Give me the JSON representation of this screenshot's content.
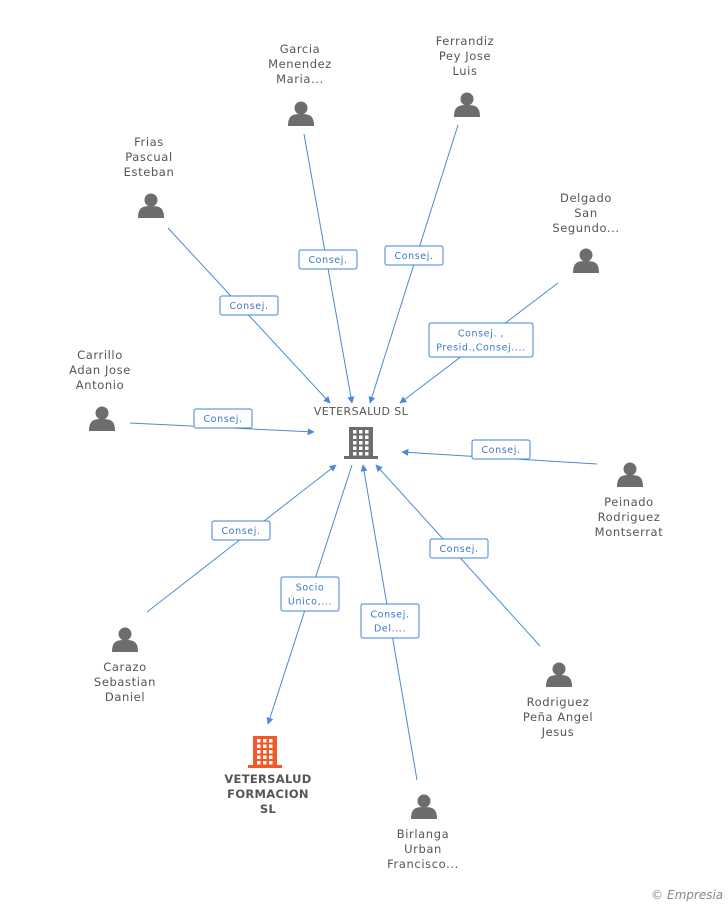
{
  "center": {
    "name": "VETERSALUD SL",
    "icon": "building-icon",
    "color": "#6d6d6d"
  },
  "subsidiary": {
    "name_lines": [
      "VETERSALUD",
      "FORMACION",
      "SL"
    ],
    "icon": "building-icon",
    "color": "#f05a28"
  },
  "people": [
    {
      "id": "garcia",
      "lines": [
        "Garcia",
        "Menendez",
        "Maria..."
      ],
      "edge_lines": [
        "Consej."
      ]
    },
    {
      "id": "ferrandiz",
      "lines": [
        "Ferrandiz",
        "Pey Jose",
        "Luis"
      ],
      "edge_lines": [
        "Consej."
      ]
    },
    {
      "id": "frias",
      "lines": [
        "Frias",
        "Pascual",
        "Esteban"
      ],
      "edge_lines": [
        "Consej."
      ]
    },
    {
      "id": "delgado",
      "lines": [
        "Delgado",
        "San",
        "Segundo..."
      ],
      "edge_lines": [
        "Consej. ,",
        "Presid.,Consej...."
      ]
    },
    {
      "id": "carrillo",
      "lines": [
        "Carrillo",
        "Adan Jose",
        "Antonio"
      ],
      "edge_lines": [
        "Consej."
      ]
    },
    {
      "id": "peinado",
      "lines": [
        "Peinado",
        "Rodriguez",
        "Montserrat"
      ],
      "edge_lines": [
        "Consej."
      ]
    },
    {
      "id": "carazo",
      "lines": [
        "Carazo",
        "Sebastian",
        "Daniel"
      ],
      "edge_lines": [
        "Consej."
      ]
    },
    {
      "id": "rodriguez",
      "lines": [
        "Rodriguez",
        "Peña Angel",
        "Jesus"
      ],
      "edge_lines": [
        "Consej."
      ]
    },
    {
      "id": "birlanga",
      "lines": [
        "Birlanga",
        "Urban",
        "Francisco..."
      ],
      "edge_lines": [
        "Consej.",
        "Del...."
      ]
    }
  ],
  "subsidiary_edge_lines": [
    "Socio",
    "Único,..."
  ],
  "watermark": {
    "symbol": "©",
    "brand": "Empresia"
  },
  "colors": {
    "edge": "#4a8ad6",
    "person": "#6d6d6d",
    "label_text": "#3a78c2"
  }
}
